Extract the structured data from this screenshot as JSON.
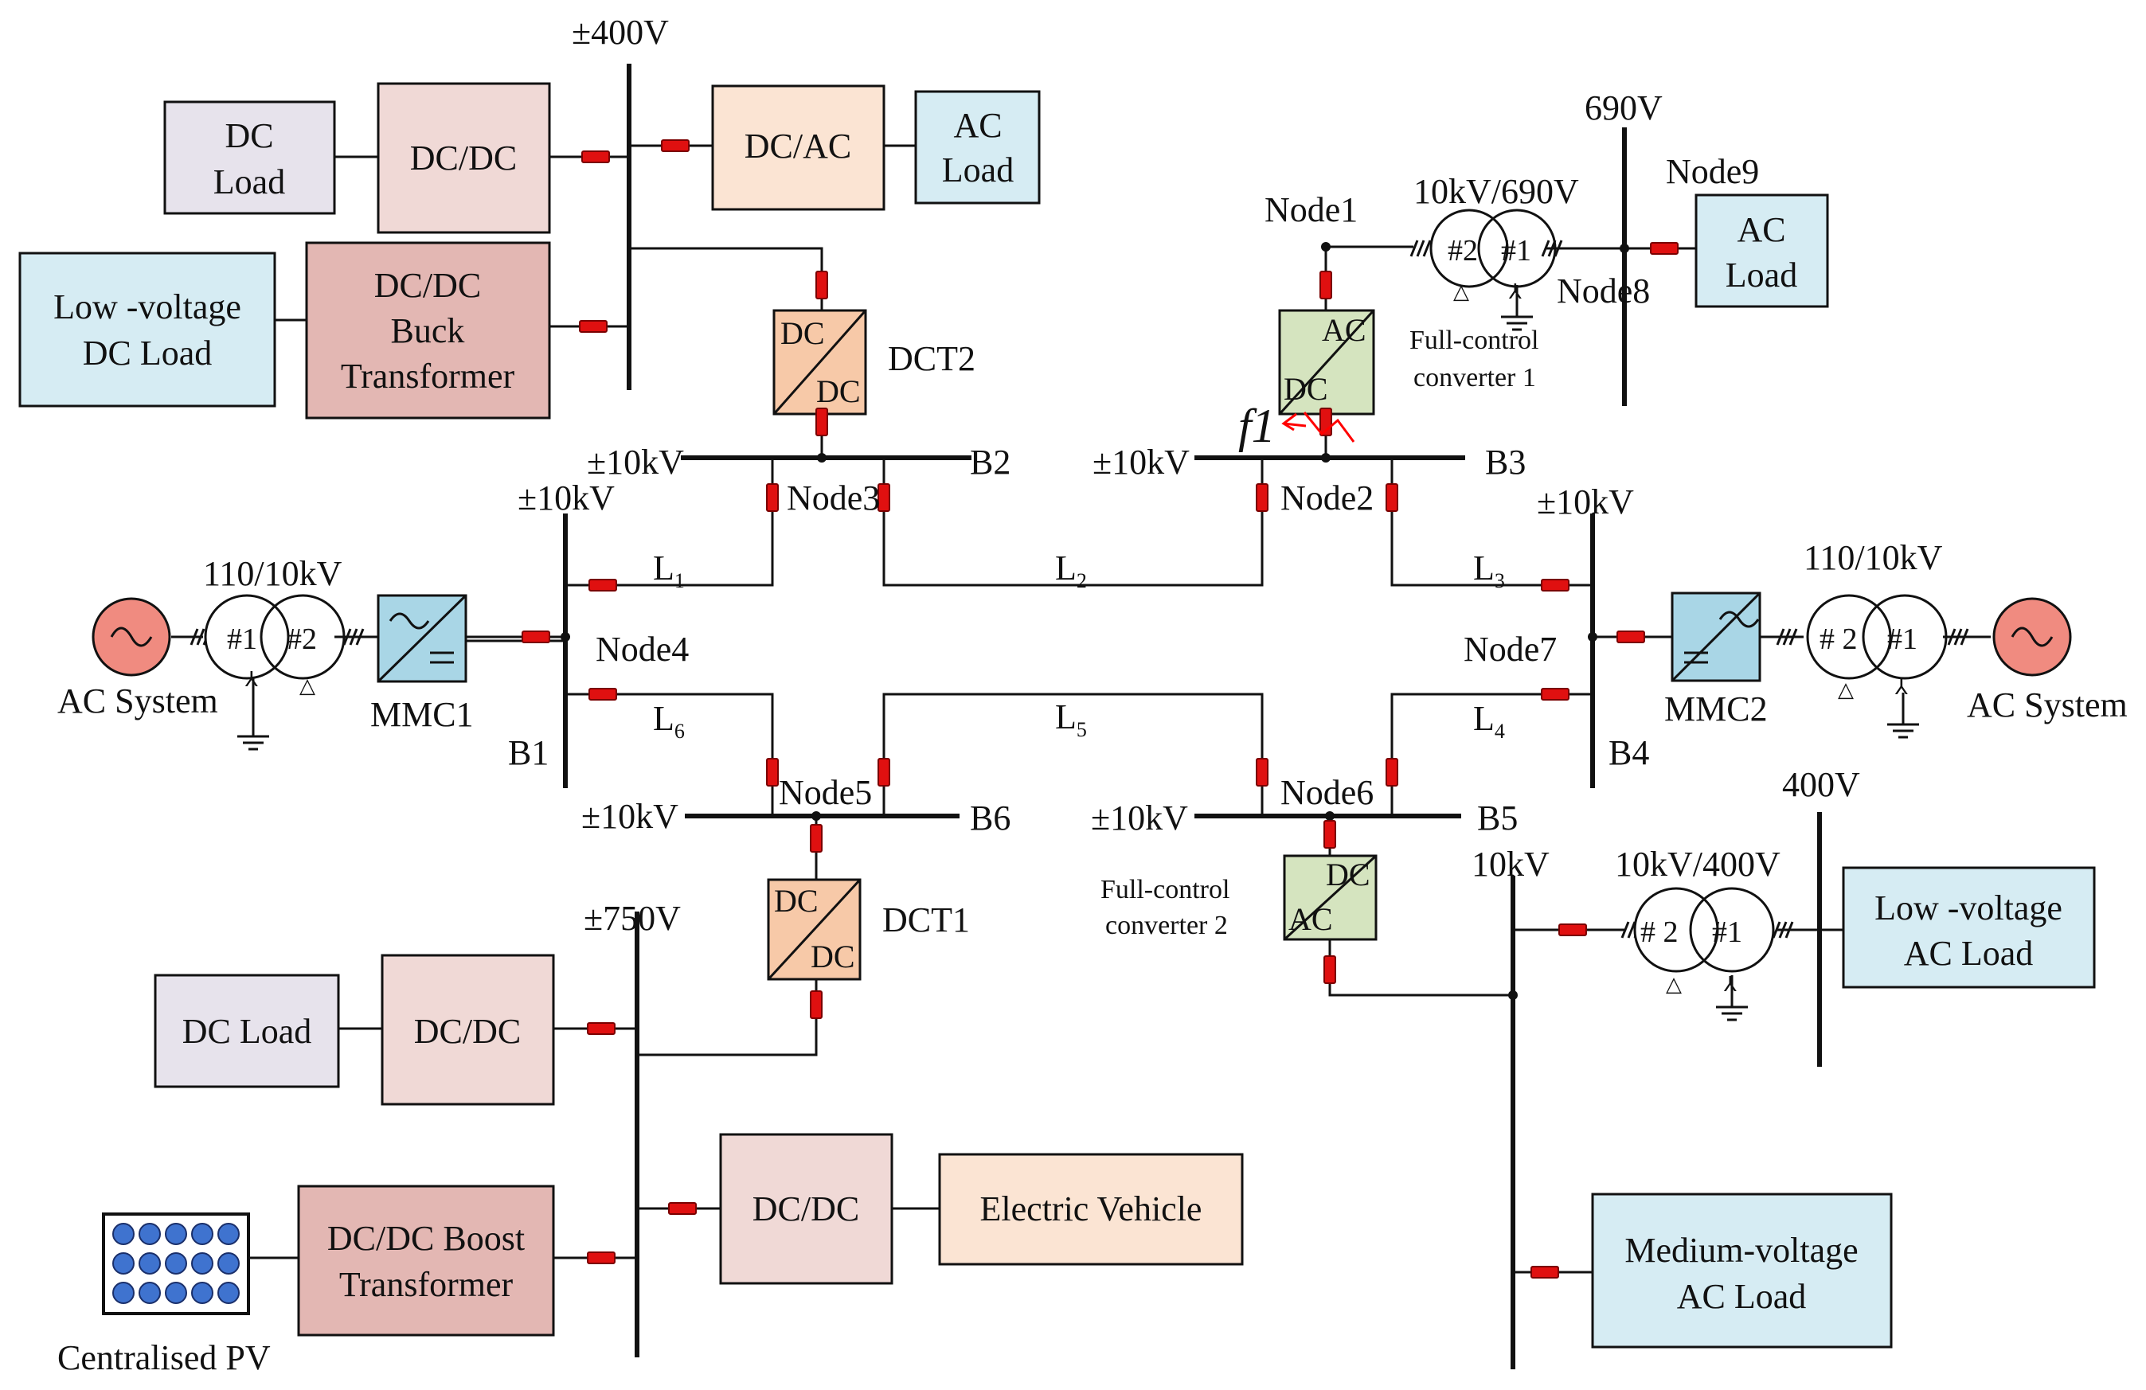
{
  "colors": {
    "dc_load": "#e7e3ec",
    "dc_dc": "#f0d9d6",
    "dc_dc_strong": "#e3b7b3",
    "dc_ac": "#fbe4d3",
    "ac_load": "#d6ecf3",
    "dct": "#f7c9a8",
    "full_control": "#d5e4bf",
    "mmc": "#a9d6e6",
    "ac_source": "#f08b80",
    "breaker": "#e01010",
    "pv": "#3f73cf",
    "fault": "#ff0000"
  },
  "blocks": {
    "dc_load_top": [
      "DC",
      "Load"
    ],
    "dcdc_top": [
      "DC/DC"
    ],
    "dcac_top": [
      "DC/AC"
    ],
    "ac_load_top": [
      "AC",
      "Load"
    ],
    "lv_dc_load": [
      "Low -voltage",
      "DC Load"
    ],
    "dcdc_buck": [
      "DC/DC",
      "Buck",
      "Transformer"
    ],
    "ac_load_node9": [
      "AC",
      "Load"
    ],
    "dc_load_bottom": [
      "DC Load"
    ],
    "dcdc_bottom": [
      "DC/DC"
    ],
    "dcdc_ev": [
      "DC/DC"
    ],
    "ev": [
      "Electric Vehicle"
    ],
    "dcdc_boost": [
      "DC/DC Boost",
      "Transformer"
    ],
    "lv_ac_load": [
      "Low -voltage",
      "AC Load"
    ],
    "mv_ac_load": [
      "Medium-voltage",
      "AC Load"
    ]
  },
  "converters": {
    "dct2": {
      "top": "DC",
      "bottom": "DC",
      "name": "DCT2"
    },
    "dct1": {
      "top": "DC",
      "bottom": "DC",
      "name": "DCT1"
    },
    "fcc1": {
      "top": "AC",
      "bottom": "DC",
      "name": [
        "Full-control",
        "converter 1"
      ]
    },
    "fcc2": {
      "top": "DC",
      "bottom": "AC",
      "name": [
        "Full-control",
        "converter 2"
      ]
    }
  },
  "transformers": {
    "t_left": {
      "ratio": "110/10kV",
      "w1": "#1",
      "w2": "#2"
    },
    "t_right": {
      "ratio": "110/10kV",
      "w1": "#1",
      "w2": "# 2"
    },
    "t_node1": {
      "ratio": "10kV/690V",
      "w1": "#1",
      "w2": "#2"
    },
    "t_lv": {
      "ratio": "10kV/400V",
      "w1": "#1",
      "w2": "# 2"
    }
  },
  "sources": {
    "left": "AC System",
    "right": "AC System",
    "pv": "Centralised PV"
  },
  "mmc": {
    "left": "MMC1",
    "right": "MMC2"
  },
  "voltages": {
    "dc400": "±400V",
    "v690": "690V",
    "b2": "±10kV",
    "b3": "±10kV",
    "b1": "±10kV",
    "b4": "±10kV",
    "b6": "±10kV",
    "b5": "±10kV",
    "dc750": "±750V",
    "v400": "400V",
    "kv10": "10kV"
  },
  "buses": {
    "b1": "B1",
    "b2": "B2",
    "b3": "B3",
    "b4": "B4",
    "b5": "B5",
    "b6": "B6"
  },
  "nodes": {
    "n1": "Node1",
    "n2": "Node2",
    "n3": "Node3",
    "n4": "Node4",
    "n5": "Node5",
    "n6": "Node6",
    "n7": "Node7",
    "n8": "Node8",
    "n9": "Node9"
  },
  "lines": {
    "l1": {
      "main": "L",
      "sub": "1"
    },
    "l2": {
      "main": "L",
      "sub": "2"
    },
    "l3": {
      "main": "L",
      "sub": "3"
    },
    "l4": {
      "main": "L",
      "sub": "4"
    },
    "l5": {
      "main": "L",
      "sub": "5"
    },
    "l6": {
      "main": "L",
      "sub": "6"
    }
  },
  "fault": "f1"
}
